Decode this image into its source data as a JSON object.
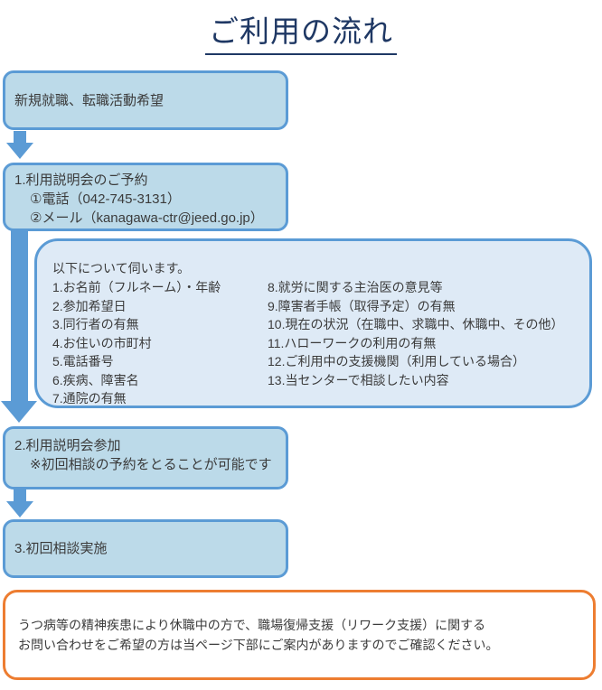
{
  "title": "ご利用の流れ",
  "colors": {
    "title_navy": "#1F3864",
    "box_fill": "#BCDAE9",
    "callout_fill": "#DEEAF6",
    "border_blue": "#5B9BD5",
    "arrow_blue": "#5B9BD5",
    "notice_border_orange": "#ED7D31",
    "body_text": "#3B3B3B"
  },
  "flow": {
    "box_start": {
      "text": "新規就職、転職活動希望"
    },
    "box_step1": {
      "line1": "1.利用説明会のご予約",
      "line2": "①電話（042-745-3131）",
      "line3": "②メール（kanagawa-ctr@jeed.go.jp）"
    },
    "callout": {
      "intro": "以下について伺います。",
      "left_items": [
        "1.お名前（フルネーム）・年齢",
        "2.参加希望日",
        "3.同行者の有無",
        "4.お住いの市町村",
        "5.電話番号",
        "6.疾病、障害名",
        "7.通院の有無"
      ],
      "right_items": [
        "8.就労に関する主治医の意見等",
        "9.障害者手帳（取得予定）の有無",
        "10.現在の状況（在職中、求職中、休職中、その他）",
        "11.ハローワークの利用の有無",
        "12.ご利用中の支援機関（利用している場合）",
        "13.当センターで相談したい内容"
      ]
    },
    "box_step2": {
      "line1": "2.利用説明会参加",
      "line2": "※初回相談の予約をとることが可能です"
    },
    "box_step3": {
      "text": "3.初回相談実施"
    },
    "notice": {
      "line1": "うつ病等の精神疾患により休職中の方で、職場復帰支援（リワーク支援）に関する",
      "line2": "お問い合わせをご希望の方は当ページ下部にご案内がありますのでご確認ください。"
    }
  }
}
